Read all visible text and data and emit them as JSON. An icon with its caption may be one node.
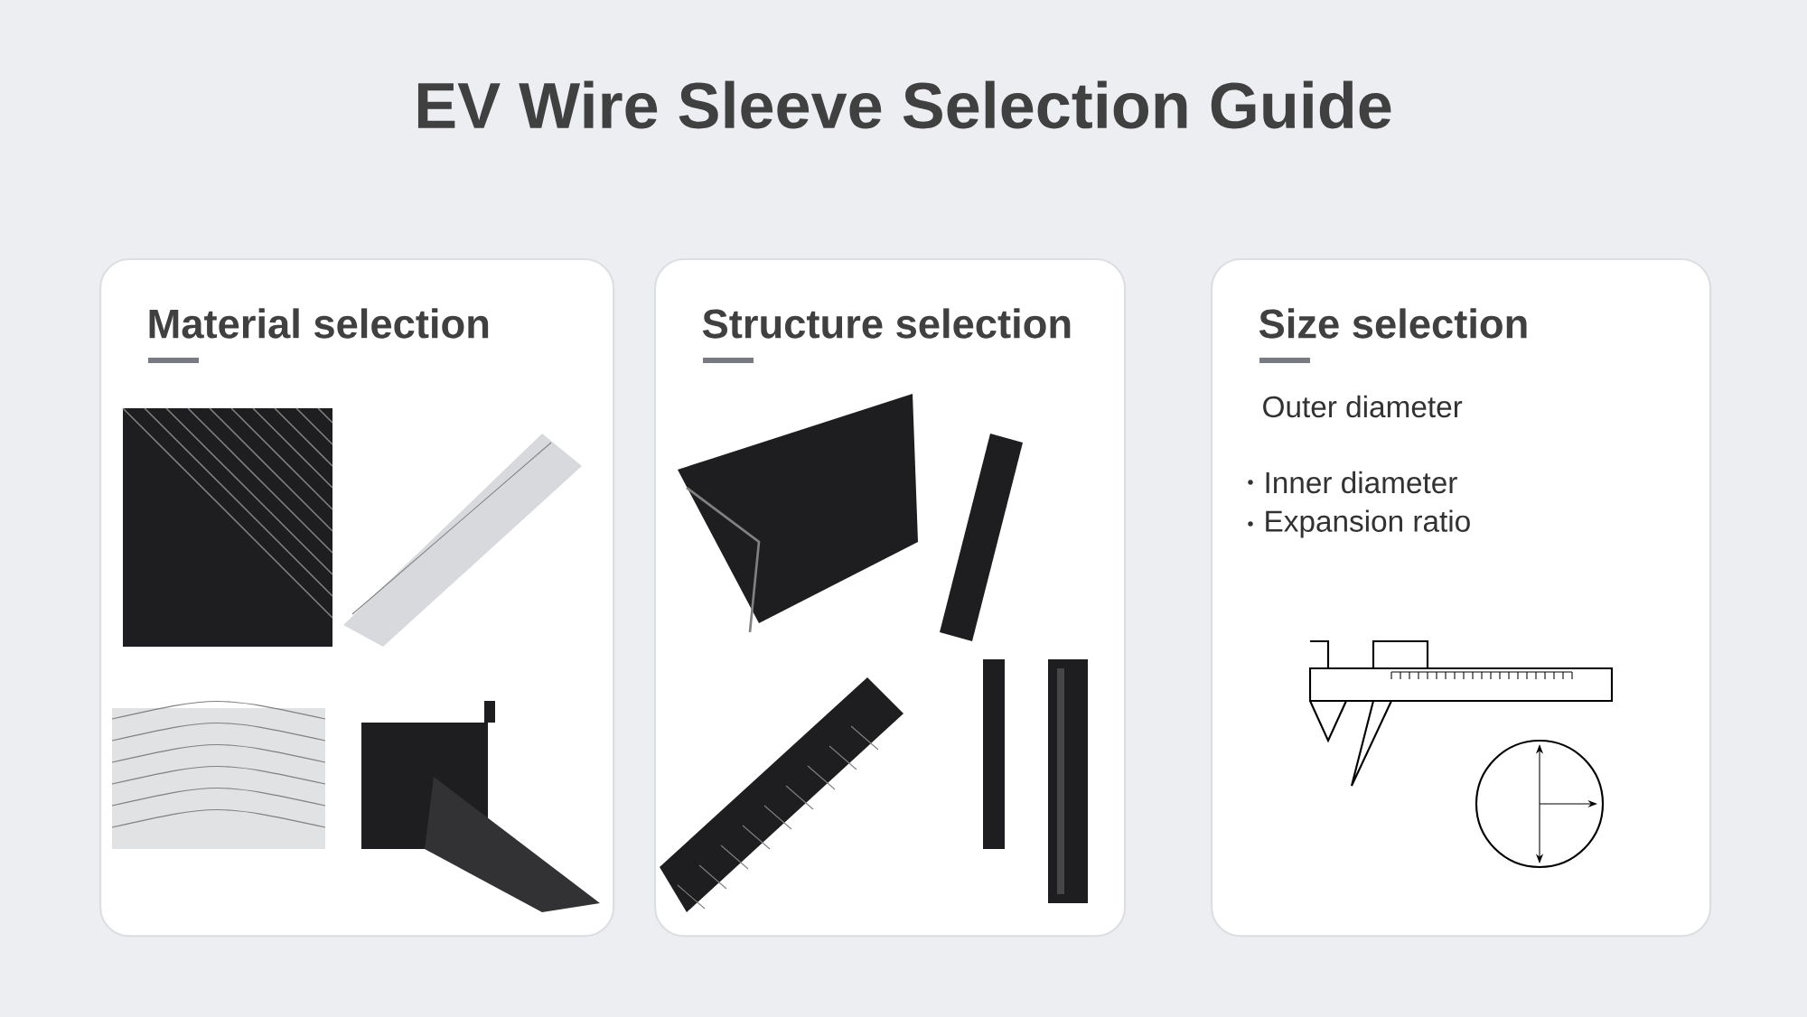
{
  "diagram": {
    "title": "EV Wire Sleeve Selection Guide",
    "nodes": [
      {
        "text": [
          "Material selection"
        ]
      },
      {
        "text": [
          "Structure selection"
        ]
      },
      {
        "text": [
          "Size selection",
          "Outer diameter",
          "Inner diameter",
          "Expansion ratio"
        ]
      }
    ]
  }
}
